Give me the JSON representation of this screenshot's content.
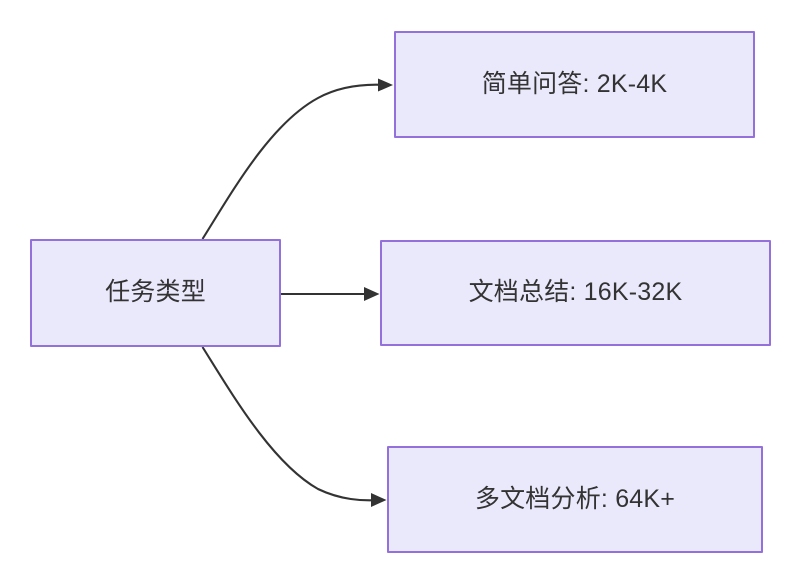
{
  "diagram": {
    "title": "",
    "type": "flowchart",
    "direction": "left-to-right",
    "colors": {
      "node_fill": "#eae8fb",
      "node_border": "#9370db",
      "node_text": "#333333",
      "edge_stroke": "#333333",
      "canvas_background": "#ffffff"
    },
    "root": {
      "id": "root",
      "label": "任务类型"
    },
    "children": [
      {
        "id": "child-0",
        "label": "简单问答: 2K-4K",
        "edge_style": "curved",
        "arrow": "arrowhead-right-icon"
      },
      {
        "id": "child-1",
        "label": "文档总结: 16K-32K",
        "edge_style": "straight",
        "arrow": "arrowhead-right-icon"
      },
      {
        "id": "child-2",
        "label": "多文档分析: 64K+",
        "edge_style": "curved",
        "arrow": "arrowhead-right-icon"
      }
    ]
  }
}
